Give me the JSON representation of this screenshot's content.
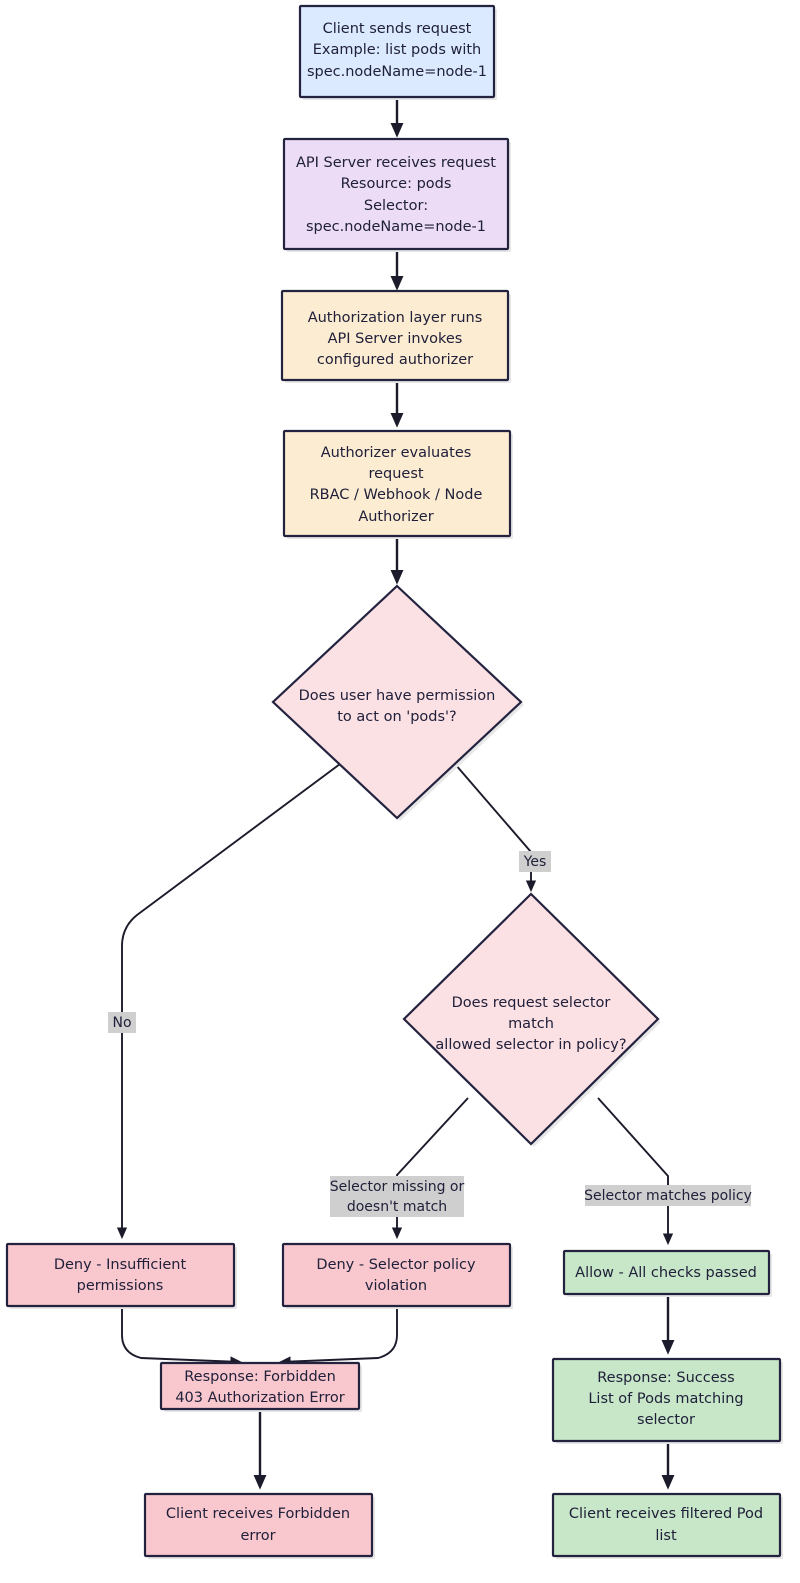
{
  "diagram": {
    "title": "Kubernetes API Server authorization flow with selector policy",
    "type": "flowchart",
    "direction": "top-down",
    "colors": {
      "client_fill": "#dbeafe",
      "apiserver_fill": "#ecdcf5",
      "authorizer_fill": "#fcecd2",
      "decision_fill": "#fbe0e4",
      "deny_fill": "#f9c8cf",
      "allow_fill": "#c7e7c8",
      "stroke": "#23233f",
      "edge": "#1b1b2b",
      "label_bg": "#cfcfcf",
      "text": "#20203a"
    },
    "nodes": [
      {
        "id": "client-request",
        "shape": "rect",
        "fill_key": "client_fill",
        "lines": [
          "Client sends request",
          "Example: list pods with",
          "spec.nodeName=node-1"
        ]
      },
      {
        "id": "api-server-receives",
        "shape": "rect",
        "fill_key": "apiserver_fill",
        "lines": [
          "API Server receives request",
          "Resource: pods",
          "Selector:",
          "spec.nodeName=node-1"
        ]
      },
      {
        "id": "authorization-layer",
        "shape": "rect",
        "fill_key": "authorizer_fill",
        "lines": [
          "Authorization layer runs",
          "API Server invokes",
          "configured authorizer"
        ]
      },
      {
        "id": "authorizer-evaluates",
        "shape": "rect",
        "fill_key": "authorizer_fill",
        "lines": [
          "Authorizer evaluates",
          "request",
          "RBAC / Webhook / Node",
          "Authorizer"
        ]
      },
      {
        "id": "permission-decision",
        "shape": "diamond",
        "fill_key": "decision_fill",
        "lines": [
          "Does user have permission",
          "to act on 'pods'?"
        ]
      },
      {
        "id": "selector-decision",
        "shape": "diamond",
        "fill_key": "decision_fill",
        "lines": [
          "Does request selector",
          "match",
          "allowed selector in policy?"
        ]
      },
      {
        "id": "deny-insufficient",
        "shape": "rect",
        "fill_key": "deny_fill",
        "lines": [
          "Deny - Insufficient",
          "permissions"
        ]
      },
      {
        "id": "deny-selector-policy",
        "shape": "rect",
        "fill_key": "deny_fill",
        "lines": [
          "Deny - Selector policy",
          "violation"
        ]
      },
      {
        "id": "allow-all-checks",
        "shape": "rect",
        "fill_key": "allow_fill",
        "lines": [
          "Allow - All checks passed"
        ]
      },
      {
        "id": "response-forbidden",
        "shape": "rect",
        "fill_key": "deny_fill",
        "lines": [
          "Response: Forbidden",
          "403 Authorization Error"
        ]
      },
      {
        "id": "response-success",
        "shape": "rect",
        "fill_key": "allow_fill",
        "lines": [
          "Response: Success",
          "List of Pods matching",
          "selector"
        ]
      },
      {
        "id": "client-forbidden",
        "shape": "rect",
        "fill_key": "deny_fill",
        "lines": [
          "Client receives Forbidden",
          "error"
        ]
      },
      {
        "id": "client-filtered-list",
        "shape": "rect",
        "fill_key": "allow_fill",
        "lines": [
          "Client receives filtered Pod",
          "list"
        ]
      }
    ],
    "edge_labels": [
      {
        "id": "label-yes",
        "text": "Yes"
      },
      {
        "id": "label-no",
        "text": "No"
      },
      {
        "id": "label-selector-missing-1",
        "text": "Selector missing or"
      },
      {
        "id": "label-selector-missing-2",
        "text": "doesn't match"
      },
      {
        "id": "label-selector-matches",
        "text": "Selector matches policy"
      }
    ],
    "edges": [
      {
        "from": "client-request",
        "to": "api-server-receives",
        "label": ""
      },
      {
        "from": "api-server-receives",
        "to": "authorization-layer",
        "label": ""
      },
      {
        "from": "authorization-layer",
        "to": "authorizer-evaluates",
        "label": ""
      },
      {
        "from": "authorizer-evaluates",
        "to": "permission-decision",
        "label": ""
      },
      {
        "from": "permission-decision",
        "to": "selector-decision",
        "label": "Yes"
      },
      {
        "from": "permission-decision",
        "to": "deny-insufficient",
        "label": "No"
      },
      {
        "from": "selector-decision",
        "to": "deny-selector-policy",
        "label": "Selector missing or doesn't match"
      },
      {
        "from": "selector-decision",
        "to": "allow-all-checks",
        "label": "Selector matches policy"
      },
      {
        "from": "deny-insufficient",
        "to": "response-forbidden",
        "label": ""
      },
      {
        "from": "deny-selector-policy",
        "to": "response-forbidden",
        "label": ""
      },
      {
        "from": "allow-all-checks",
        "to": "response-success",
        "label": ""
      },
      {
        "from": "response-forbidden",
        "to": "client-forbidden",
        "label": ""
      },
      {
        "from": "response-success",
        "to": "client-filtered-list",
        "label": ""
      }
    ]
  }
}
